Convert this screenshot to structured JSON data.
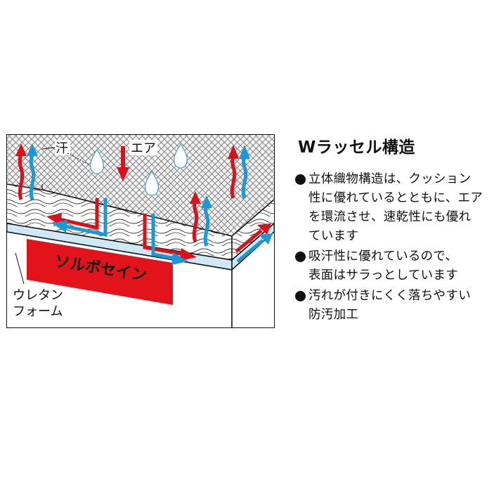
{
  "diagram": {
    "labels": {
      "sweat": "汗",
      "air": "エア",
      "solbothane": "ソルボセイン",
      "urethane_line1": "ウレタン",
      "urethane_line2": "フォーム"
    },
    "colors": {
      "red_arrow": "#d8121c",
      "blue_arrow": "#1a98d8",
      "solbothane_band": "#e3131b",
      "light_blue_layer": "#cfe8f6",
      "mesh_grey": "#8a8a8a",
      "outline": "#111111"
    },
    "icons": [
      "water-drop-icon",
      "red-down-arrow-icon",
      "red-arrow-icon",
      "blue-arrow-icon"
    ]
  },
  "info": {
    "title": "Wラッセル構造",
    "items": [
      {
        "lines": [
          "立体織物構造は、クッション",
          "性に優れているとともに、エア",
          "を環流させ、速乾性にも優れ",
          "ています"
        ]
      },
      {
        "lines": [
          "吸汗性に優れているので、",
          "表面はサラっとしています"
        ]
      },
      {
        "lines": [
          "汚れが付きにくく落ちやすい",
          "防汚加工"
        ]
      }
    ]
  }
}
